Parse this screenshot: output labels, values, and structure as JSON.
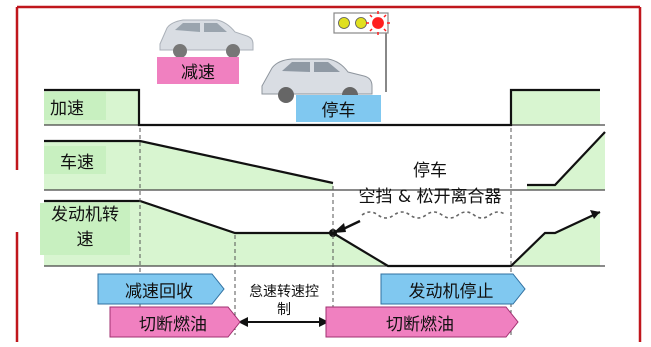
{
  "labels": {
    "decelerate": "减速",
    "stop": "停车",
    "accelerate": "加速",
    "vehicle_speed": "车速",
    "engine_speed_line1": "发动机转",
    "engine_speed_line2": "速",
    "note_line1": "停车",
    "note_line2": "空挡 & 松开离合器",
    "decel_recovery": "减速回收",
    "idle_control_line1": "怠速转速控",
    "idle_control_line2": "制",
    "engine_stop": "发动机停止",
    "fuel_cut_1": "切断燃油",
    "fuel_cut_2": "切断燃油"
  },
  "colors": {
    "frame": "#c0161c",
    "signal_fill": "#d8f5d0",
    "label_bg": "#c8f0c0",
    "pink_box": "#f080c0",
    "blue_box": "#80c8f0",
    "traffic_green": "#e0e020",
    "traffic_red": "#ff2020"
  },
  "icons": [
    "car-icon",
    "traffic-light-icon"
  ]
}
